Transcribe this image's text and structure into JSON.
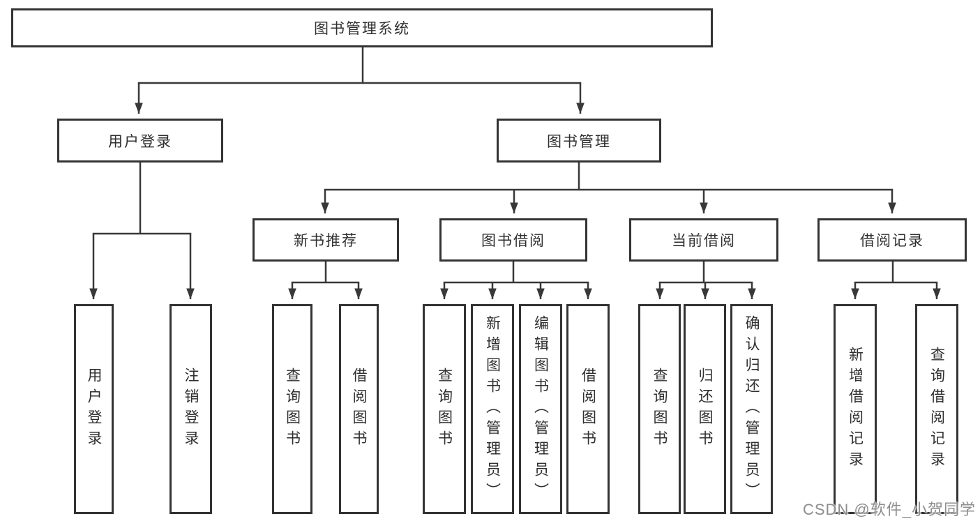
{
  "diagram": {
    "root": {
      "label": "图书管理系统"
    },
    "level2": [
      {
        "label": "用户登录"
      },
      {
        "label": "图书管理"
      }
    ],
    "level3": [
      {
        "label": "新书推荐",
        "parent": "图书管理"
      },
      {
        "label": "图书借阅",
        "parent": "图书管理"
      },
      {
        "label": "当前借阅",
        "parent": "图书管理"
      },
      {
        "label": "借阅记录",
        "parent": "图书管理"
      }
    ],
    "leaves": [
      {
        "group": "用户登录",
        "label": "用户登录"
      },
      {
        "group": "用户登录",
        "label": "注销登录"
      },
      {
        "group": "新书推荐",
        "label": "查询图书"
      },
      {
        "group": "新书推荐",
        "label": "借阅图书"
      },
      {
        "group": "图书借阅",
        "label": "查询图书"
      },
      {
        "group": "图书借阅",
        "label": "新增图书（管理员）"
      },
      {
        "group": "图书借阅",
        "label": "编辑图书（管理员）"
      },
      {
        "group": "图书借阅",
        "label": "借阅图书"
      },
      {
        "group": "当前借阅",
        "label": "查询图书"
      },
      {
        "group": "当前借阅",
        "label": "归还图书"
      },
      {
        "group": "当前借阅",
        "label": "确认归还（管理员）"
      },
      {
        "group": "借阅记录",
        "label": "新增借阅记录"
      },
      {
        "group": "借阅记录",
        "label": "查询借阅记录"
      }
    ]
  },
  "watermark": {
    "text": "CSDN @软件_小贺同学"
  },
  "colors": {
    "line": "#383838",
    "box_border": "#333333",
    "text": "#2f2f2f",
    "watermark": "#8d8d8d",
    "background": "#ffffff"
  }
}
